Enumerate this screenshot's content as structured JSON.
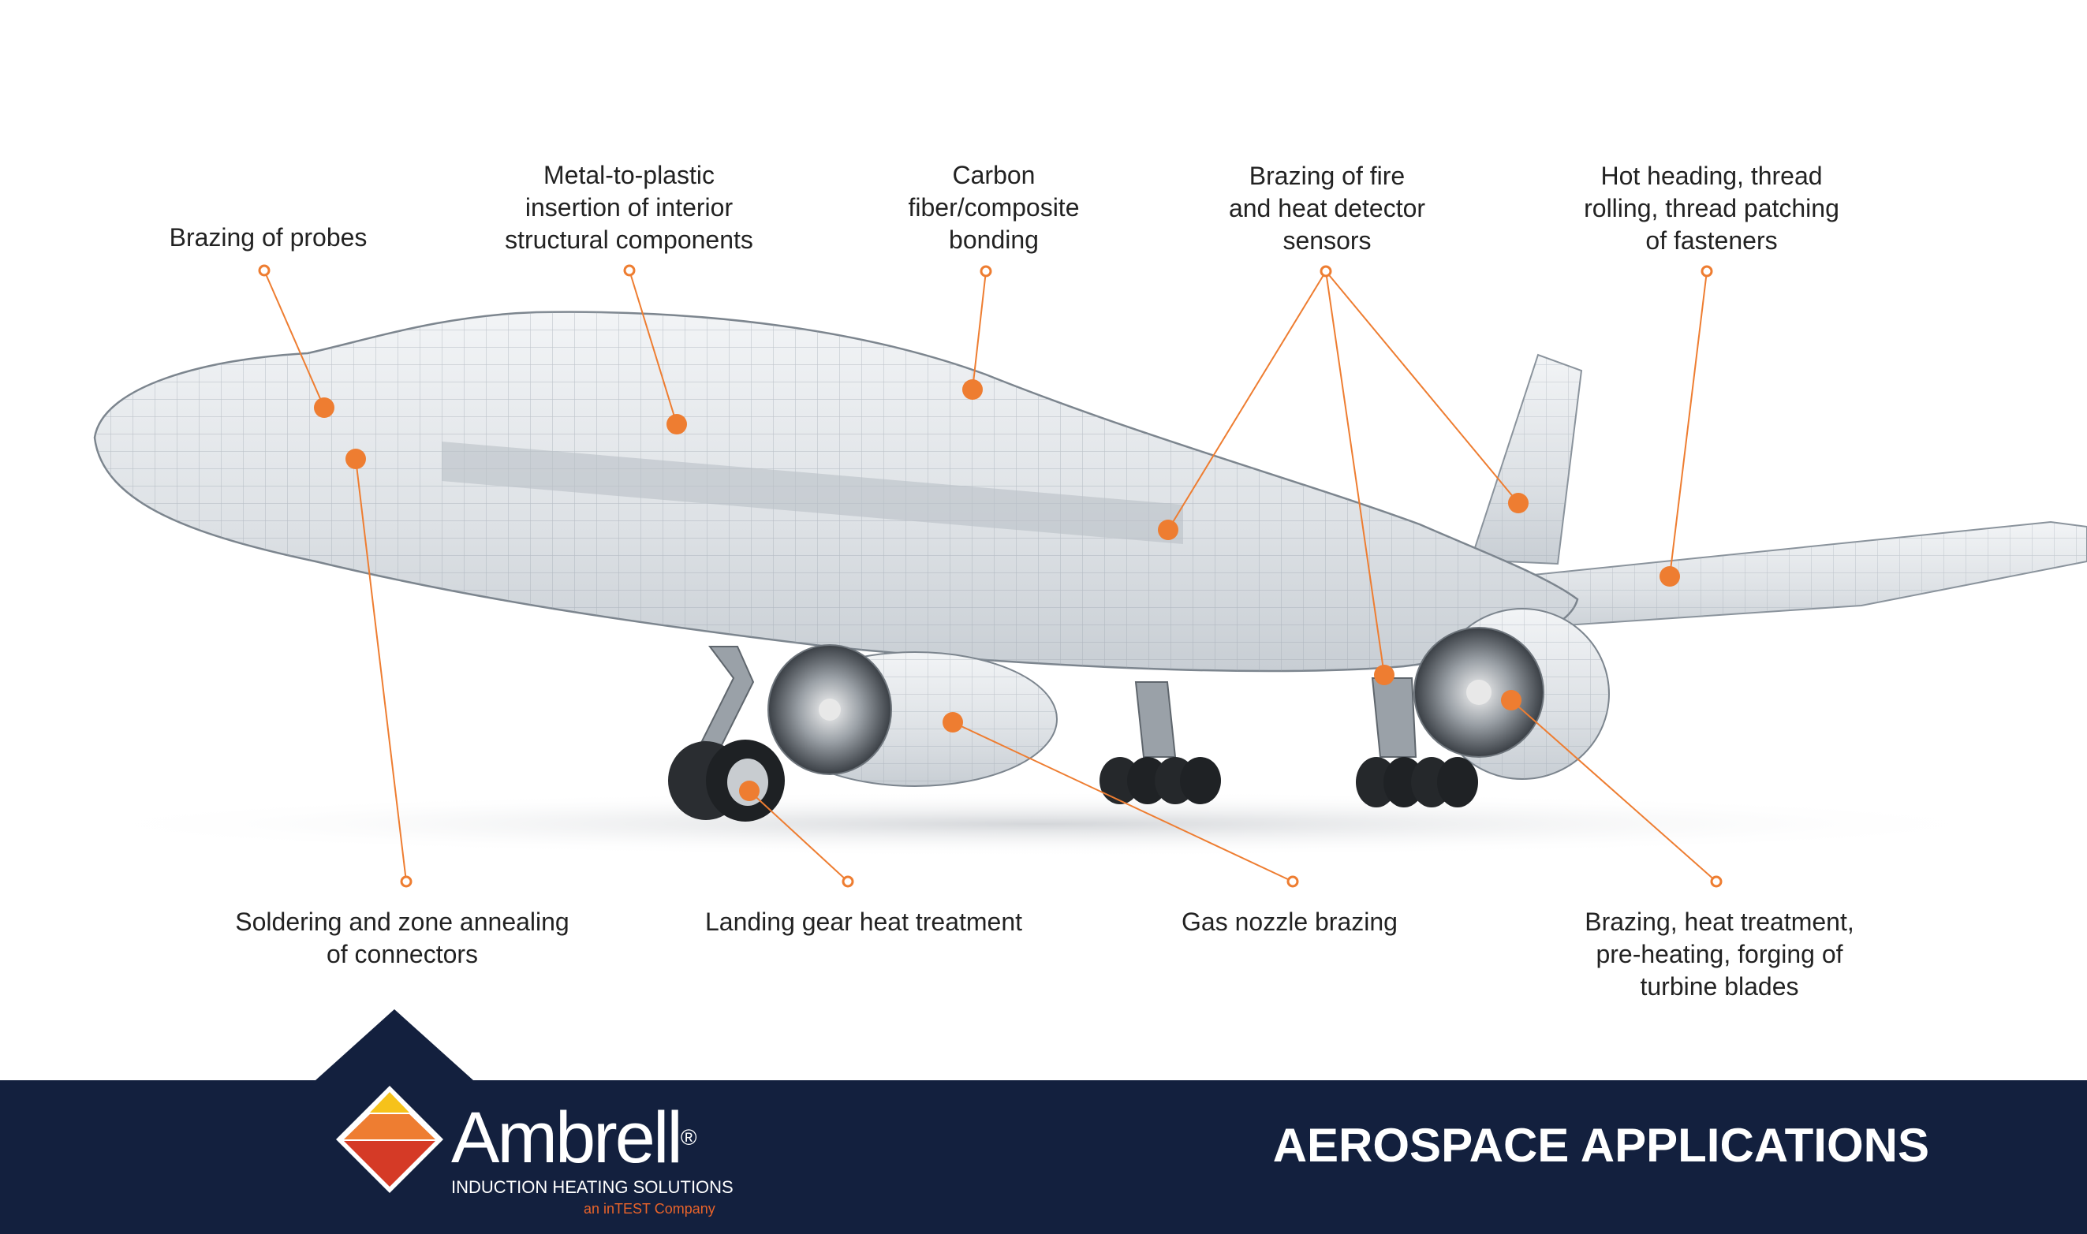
{
  "callouts": [
    {
      "id": "probes",
      "text": "Brazing of probes"
    },
    {
      "id": "metal-plastic",
      "text": "Metal-to-plastic\ninsertion of interior\nstructural components"
    },
    {
      "id": "carbon",
      "text": "Carbon\nfiber/composite\nbonding"
    },
    {
      "id": "fire-detector",
      "text": "Brazing of fire\nand heat detector\nsensors"
    },
    {
      "id": "fasteners",
      "text": "Hot heading, thread\nrolling, thread patching\nof fasteners"
    },
    {
      "id": "connectors",
      "text": "Soldering and zone annealing\nof connectors"
    },
    {
      "id": "landing-gear",
      "text": "Landing gear heat treatment"
    },
    {
      "id": "gas-nozzle",
      "text": "Gas nozzle brazing"
    },
    {
      "id": "turbine",
      "text": "Brazing, heat treatment,\npre-heating, forging of\nturbine blades"
    }
  ],
  "footer": {
    "brand": "Ambrell",
    "registered": "®",
    "subtitle": "INDUCTION HEATING SOLUTIONS",
    "tagline": "an inTEST Company",
    "title": "AEROSPACE APPLICATIONS"
  },
  "colors": {
    "accent": "#ee7d31",
    "footer_bg": "#13203e",
    "logo_yellow": "#f6c21a",
    "logo_orange": "#ee7d31",
    "logo_red": "#d53a26"
  },
  "illustration": "airplane-wireframe"
}
